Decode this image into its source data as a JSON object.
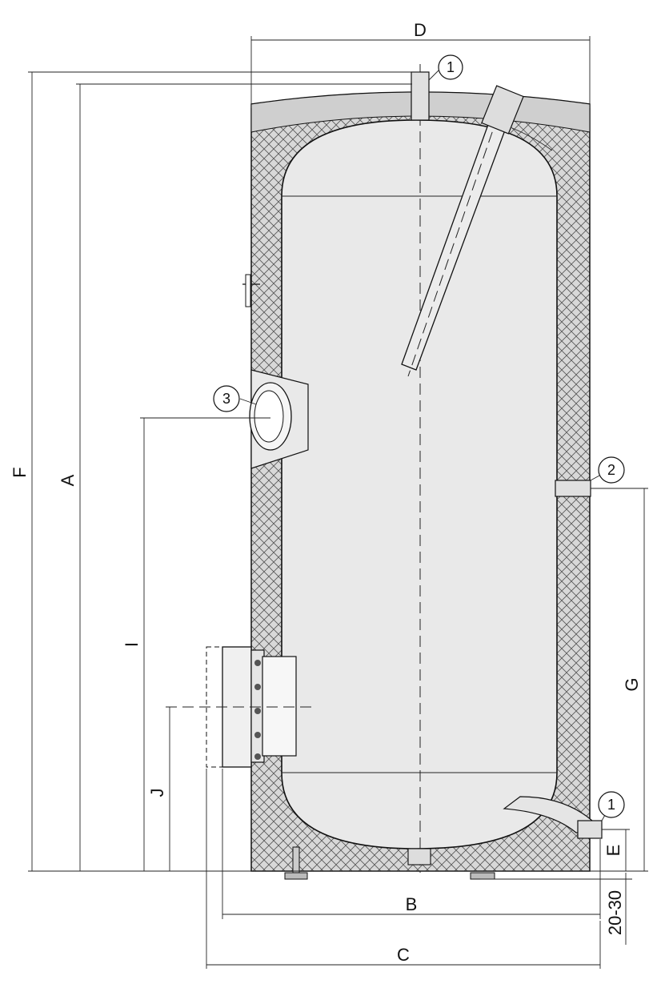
{
  "dimensions": {
    "D": "D",
    "F": "F",
    "A": "A",
    "I": "I",
    "J": "J",
    "G": "G",
    "E": "E",
    "B": "B",
    "C": "C",
    "foot_gap": "20-30"
  },
  "callouts": {
    "top_connection": "1",
    "side_connection": "2",
    "flange_connection": "3",
    "bottom_connection": "1"
  },
  "colors": {
    "insulation_fill": "#d8d8d8",
    "tank_interior": "#e9e9e9",
    "line": "#111111"
  }
}
